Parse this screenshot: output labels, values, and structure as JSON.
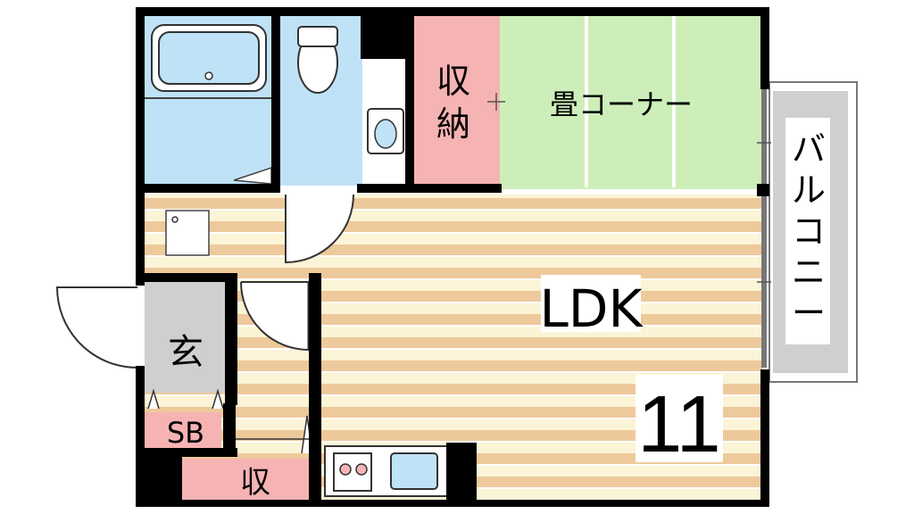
{
  "labels": {
    "storage": [
      "収",
      "納"
    ],
    "tatami_corner": "畳コーナー",
    "balcony": [
      "バ",
      "ル",
      "コ",
      "ニ",
      "ー"
    ],
    "ldk": "LDK",
    "ldk_size": "11",
    "genkan": "玄",
    "shoe_box": "SB",
    "closet": "収"
  },
  "colors": {
    "wall": "#000000",
    "wet_area": "#bfe2f6",
    "tatami": "#cdeeb9",
    "storage": "#f6b3b3",
    "floor_light": "#fbf4d6",
    "floor_plank": "#eec99b",
    "entrance": "#cfcfcf",
    "balcony": "#cfcfcf"
  }
}
